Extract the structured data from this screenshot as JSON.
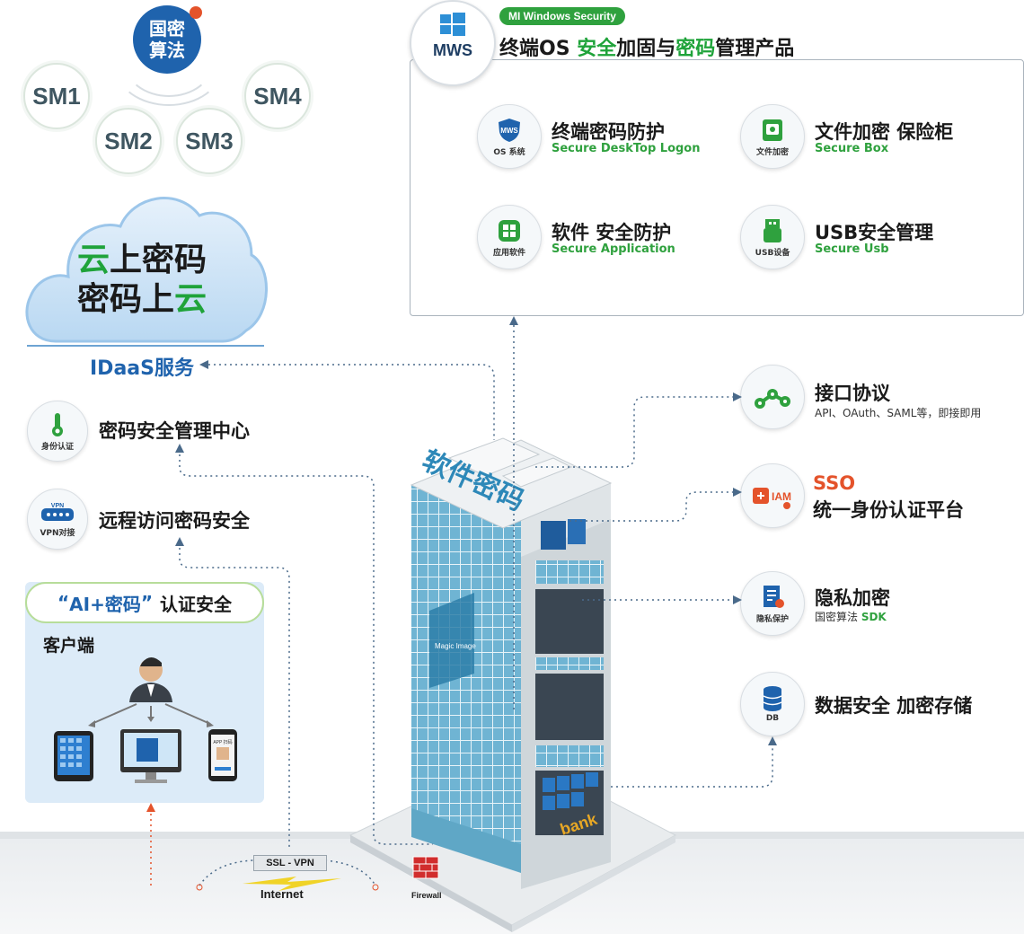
{
  "colors": {
    "blue": "#1f63ad",
    "green": "#2fa13e",
    "orange": "#e4532b"
  },
  "top_left": {
    "seal": "国密\n算法",
    "seal_line1": "国密",
    "seal_line2": "算法",
    "algorithms": [
      "SM1",
      "SM2",
      "SM3",
      "SM4"
    ]
  },
  "cloud": {
    "line1_a": "云",
    "line1_b": "上密码",
    "line2_a": "密码上",
    "line2_b": "云"
  },
  "idaas": "IDaaS服务",
  "left_items": [
    {
      "icon": "thermometer-key-icon",
      "sub": "身份认证",
      "label": "密码安全管理中心"
    },
    {
      "icon": "vpn-router-icon",
      "sub": "VPN对接",
      "label": "远程访问密码安全",
      "badge": "VPN"
    }
  ],
  "client": {
    "ai_quote_open": "“",
    "ai_bold": "AI+密码",
    "ai_quote_close": "”",
    "ai_rest": "认证安全",
    "title": "客户端",
    "phone_caption": "APP 扫码"
  },
  "mws": {
    "logo": "MWS",
    "pill": "MI Windows Security",
    "title_a": "终端OS ",
    "title_b": "安全",
    "title_c": "加固与",
    "title_d": "密码",
    "title_e": "管理产品",
    "items": [
      {
        "icon": "mws-shield-icon",
        "icon_text": "MWS",
        "sub": "OS 系统",
        "label": "终端密码防护",
        "en": "Secure DeskTop Logon"
      },
      {
        "icon": "file-lock-icon",
        "sub": "文件加密",
        "label": "文件加密 保险柜",
        "en": "Secure Box"
      },
      {
        "icon": "app-shield-icon",
        "sub": "应用软件",
        "label": "软件 安全防护",
        "en": "Secure Application"
      },
      {
        "icon": "usb-icon",
        "sub": "USB设备",
        "label": "USB安全管理",
        "en": "Secure Usb"
      }
    ]
  },
  "right_items": [
    {
      "icon": "link-nodes-icon",
      "label": "接口协议",
      "desc": "API、OAuth、SAML等，即接即用"
    },
    {
      "icon": "iam-icon",
      "icon_text": "IAM",
      "label_top": "SSO",
      "label": "统一身份认证平台"
    },
    {
      "icon": "privacy-doc-icon",
      "sub": "隐私保护",
      "label": "隐私加密",
      "desc_a": "国密算法 ",
      "desc_b": "SDK"
    },
    {
      "icon": "database-icon",
      "sub": "DB",
      "label": "数据安全 加密存储"
    }
  ],
  "building": {
    "sign": "软件密码",
    "brand": "Magic Image",
    "bank": "bank"
  },
  "bottom": {
    "vpn": "SSL - VPN",
    "internet": "Internet",
    "firewall": "Firewall"
  }
}
